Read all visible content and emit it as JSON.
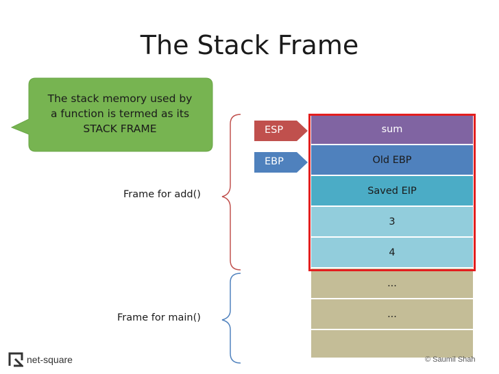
{
  "title": "The Stack Frame",
  "callout": {
    "lines": [
      "The stack memory used by",
      "a function is termed as its",
      "STACK FRAME"
    ],
    "color": "#77b451"
  },
  "frames": {
    "add_label": "Frame for add()",
    "main_label": "Frame for main()"
  },
  "pointers": {
    "esp": "ESP",
    "ebp": "EBP"
  },
  "stack": {
    "cells": [
      "sum",
      "Old EBP",
      "Saved EIP",
      "3",
      "4",
      "...",
      "...",
      ""
    ]
  },
  "colors": {
    "esp_arrow": "#c0504d",
    "ebp_arrow": "#4f81bd",
    "add_brace": "#c0504d",
    "main_brace": "#4f81bd",
    "highlight_box": "#e31e1e"
  },
  "footer": {
    "brand": "net-square",
    "copyright": "© Saumil Shah"
  }
}
